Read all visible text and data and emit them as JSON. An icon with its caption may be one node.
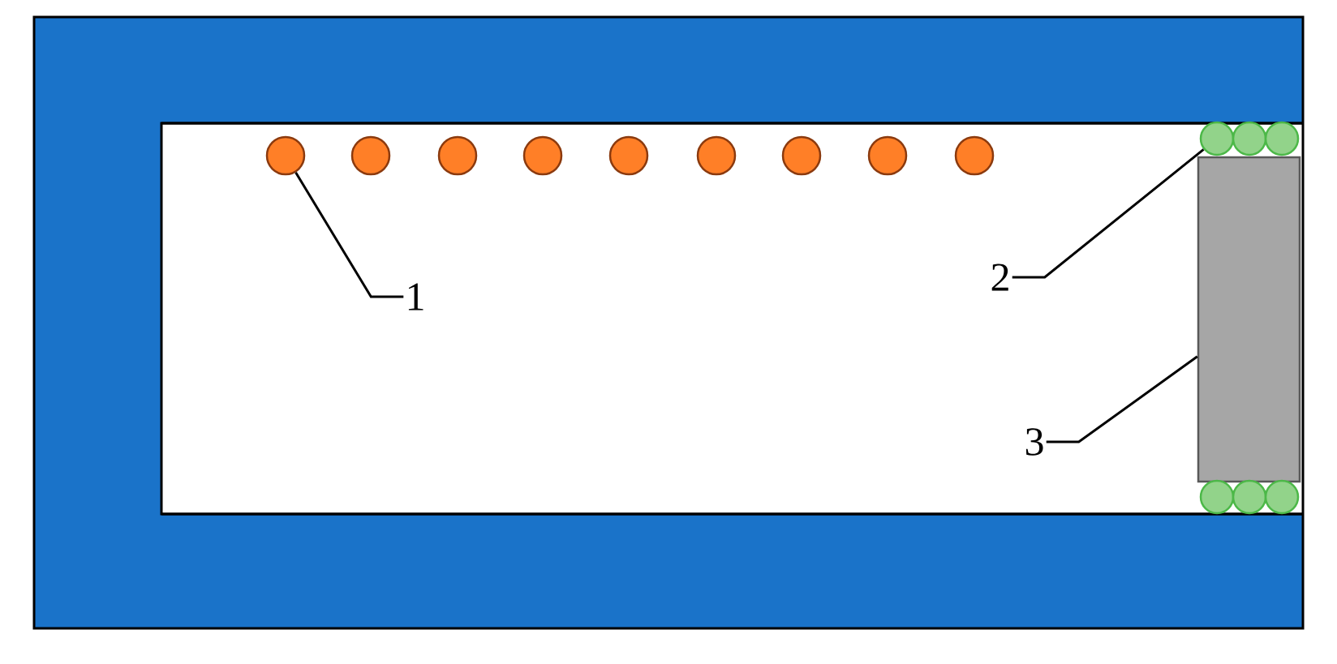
{
  "diagram": {
    "nodes": [
      {
        "text": [],
        "shape": "circle"
      },
      {
        "text": [],
        "shape": "circle"
      },
      {
        "text": [],
        "shape": "circle"
      },
      {
        "text": [],
        "shape": "circle"
      },
      {
        "text": [],
        "shape": "circle"
      },
      {
        "text": [],
        "shape": "circle"
      },
      {
        "text": [],
        "shape": "circle"
      },
      {
        "text": [],
        "shape": "circle"
      },
      {
        "text": [],
        "shape": "circle"
      },
      {
        "text": [
          "1"
        ]
      },
      {
        "text": [],
        "shape": "circle"
      },
      {
        "text": [],
        "shape": "circle"
      },
      {
        "text": [],
        "shape": "circle"
      },
      {
        "text": [
          "2"
        ]
      },
      {
        "text": [],
        "shape": "box"
      },
      {
        "text": [
          "3"
        ]
      },
      {
        "text": [],
        "shape": "circle"
      },
      {
        "text": [],
        "shape": "circle"
      },
      {
        "text": [],
        "shape": "circle"
      }
    ],
    "edges": [
      {
        "from": 9,
        "to": 0,
        "arrow": "none"
      },
      {
        "from": 13,
        "to": 10,
        "arrow": "none"
      },
      {
        "from": 15,
        "to": 14,
        "arrow": "none"
      }
    ]
  }
}
